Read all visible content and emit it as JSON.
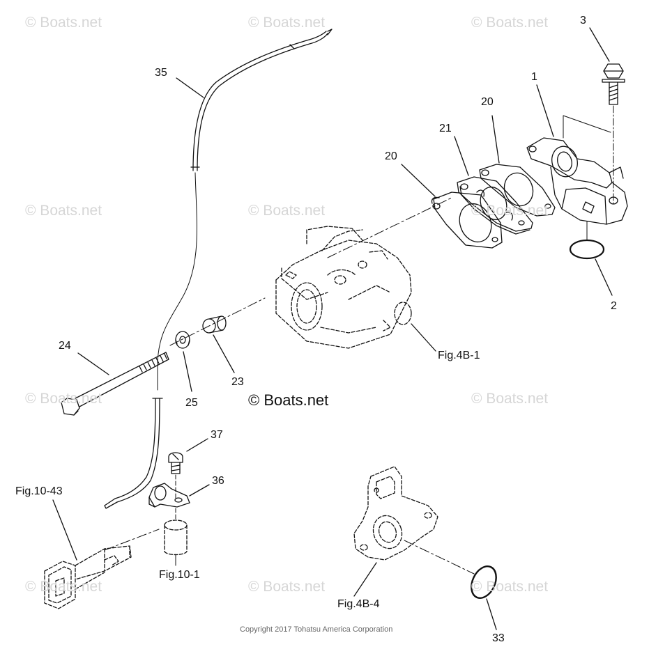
{
  "watermark": "© Boats.net",
  "copyright": "Copyright 2017 Tohatsu America Corporation",
  "callouts": {
    "c1": "1",
    "c2": "2",
    "c3": "3",
    "c20a": "20",
    "c20b": "20",
    "c21": "21",
    "c23": "23",
    "c24": "24",
    "c25": "25",
    "c33": "33",
    "c35": "35",
    "c36": "36",
    "c37": "37"
  },
  "references": {
    "fig4b1": "Fig.4B-1",
    "fig4b4": "Fig.4B-4",
    "fig1043": "Fig.10-43",
    "fig101": "Fig.10-1"
  },
  "colors": {
    "line": "#111111",
    "watermark": "#d6d6d6",
    "background": "#ffffff"
  }
}
